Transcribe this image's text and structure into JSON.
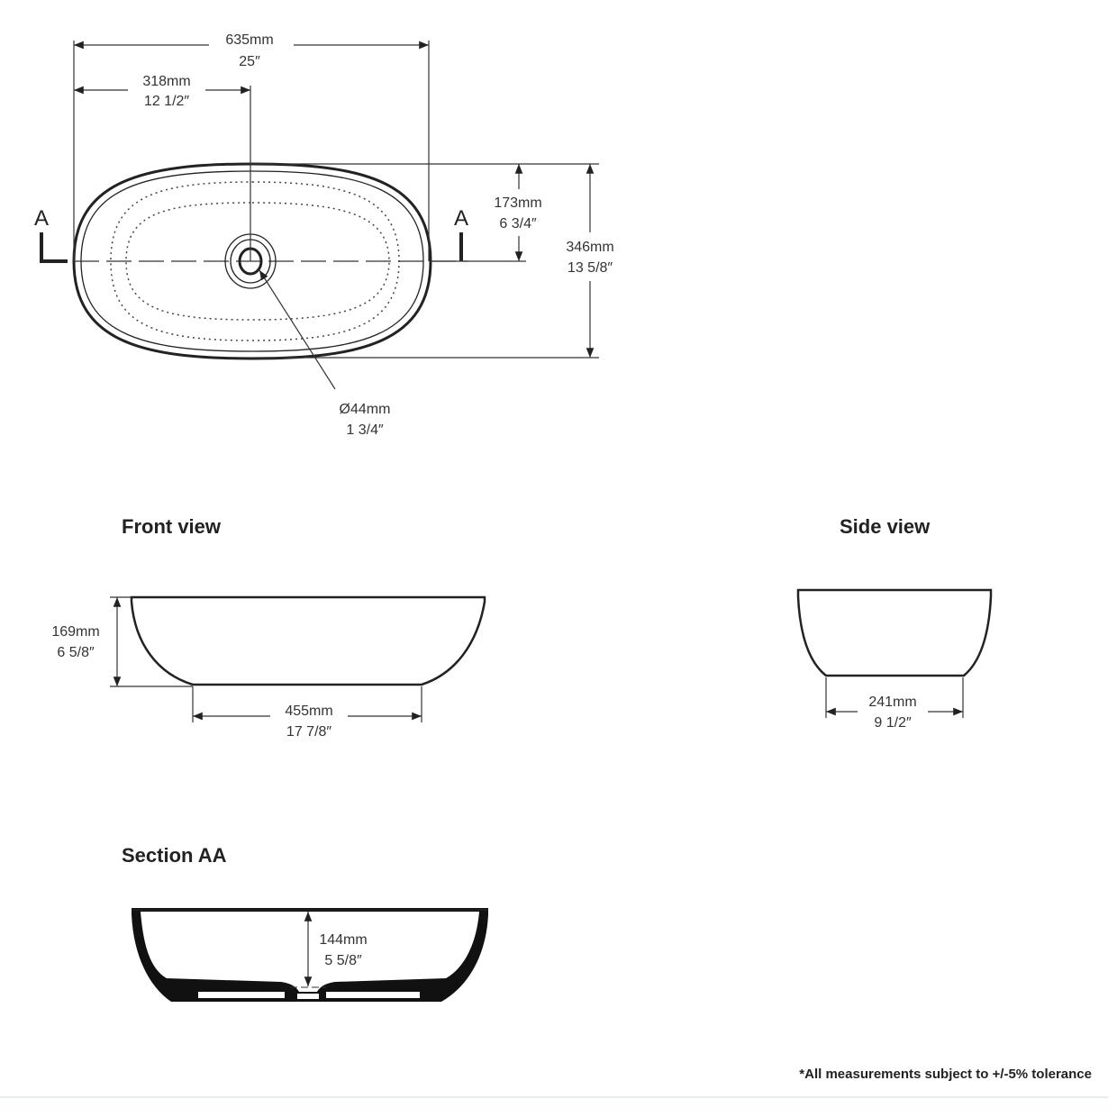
{
  "top_view": {
    "overall_length": {
      "mm": "635mm",
      "in": "25″"
    },
    "drain_offset": {
      "mm": "318mm",
      "in": "12 1/2″"
    },
    "half_width": {
      "mm": "173mm",
      "in": "6 3/4″"
    },
    "overall_width": {
      "mm": "346mm",
      "in": "13 5/8″"
    },
    "drain_diameter": {
      "mm": "Ø44mm",
      "in": "1 3/4″"
    },
    "section_marker_left": "A",
    "section_marker_right": "A"
  },
  "front_view": {
    "title": "Front view",
    "height": {
      "mm": "169mm",
      "in": "6 5/8″"
    },
    "base_length": {
      "mm": "455mm",
      "in": "17 7/8″"
    }
  },
  "side_view": {
    "title": "Side view",
    "base_width": {
      "mm": "241mm",
      "in": "9 1/2″"
    }
  },
  "section": {
    "title": "Section AA",
    "depth": {
      "mm": "144mm",
      "in": "5 5/8″"
    }
  },
  "footnote": "*All measurements subject to +/-5% tolerance"
}
